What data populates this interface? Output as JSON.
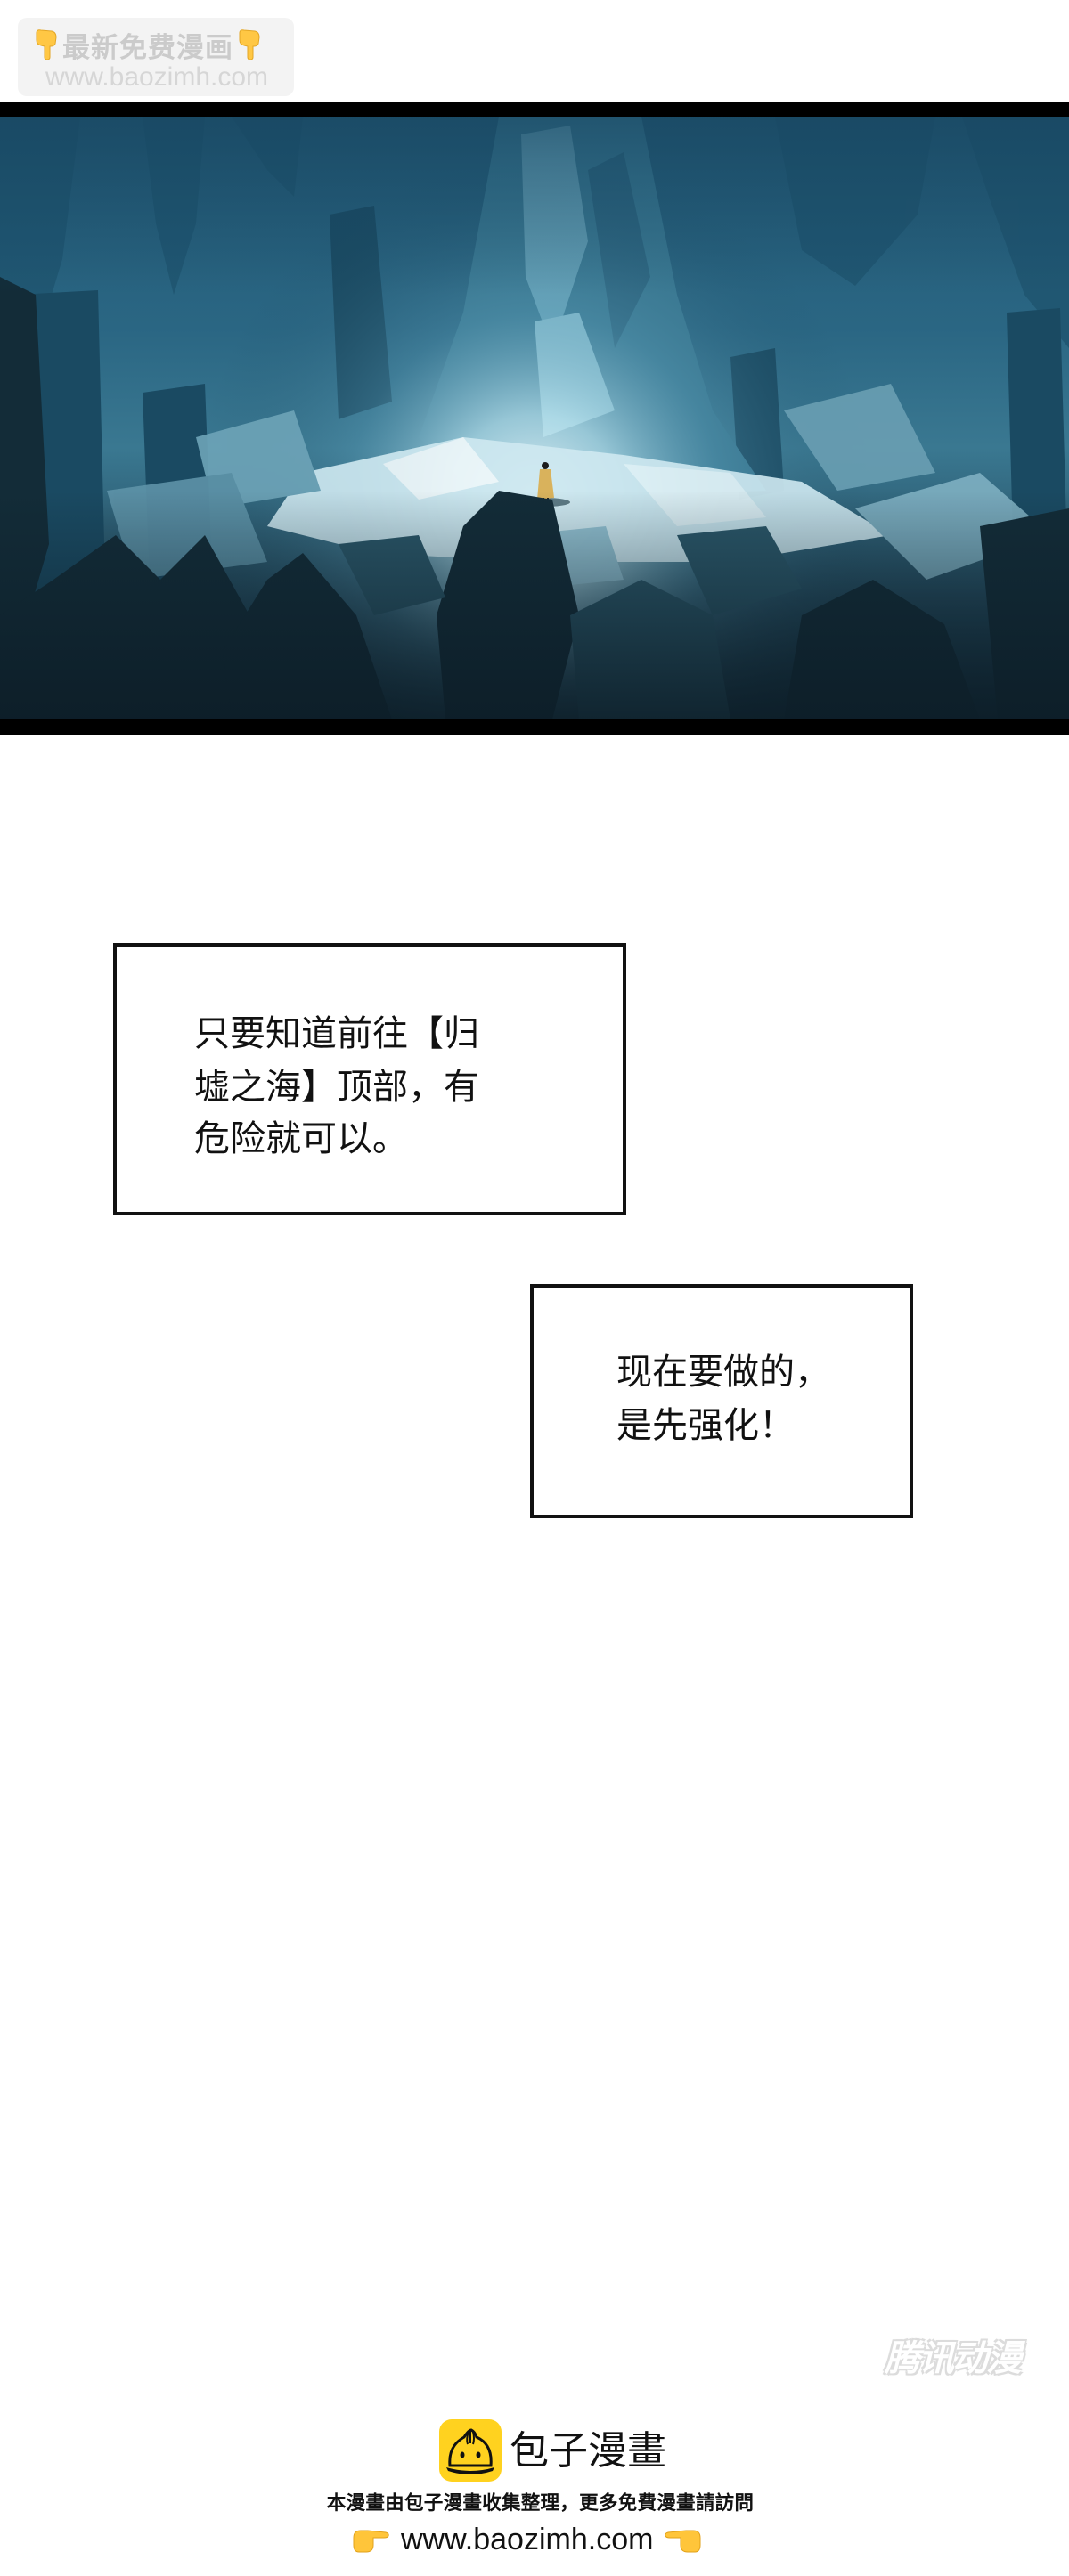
{
  "watermark_top": {
    "title": "最新免费漫画",
    "url": "www.baozimh.com",
    "icon_left": "pointing-down-hand-icon",
    "icon_right": "pointing-down-hand-icon",
    "background": "#f3f3f3",
    "text_color": "#c9c9c9"
  },
  "panel": {
    "description": "Dark blue crystalline cavern with a lone figure in a yellow coat standing in a patch of light",
    "border_color": "#000000",
    "palette": {
      "deep": "#142f3e",
      "mid": "#2a6683",
      "light": "#9fd3e3",
      "highlight": "#e8f7fb",
      "figure": "#d9b25c"
    }
  },
  "dialogue": [
    {
      "lines": [
        "只要知道前往【归",
        "墟之海】顶部，有",
        "危险就可以。"
      ]
    },
    {
      "lines": [
        "现在要做的，",
        "是先强化！"
      ]
    }
  ],
  "watermark_tencent": {
    "text": "腾讯动漫"
  },
  "footer": {
    "brand_name": "包子漫畫",
    "brand_icon": "baozi-logo-icon",
    "brand_color": "#ffd21f",
    "notice": "本漫畫由包子漫畫收集整理，更多免費漫畫請訪問",
    "url": "www.baozimh.com",
    "icon_left": "pointing-right-hand-icon",
    "icon_right": "pointing-left-hand-icon"
  }
}
